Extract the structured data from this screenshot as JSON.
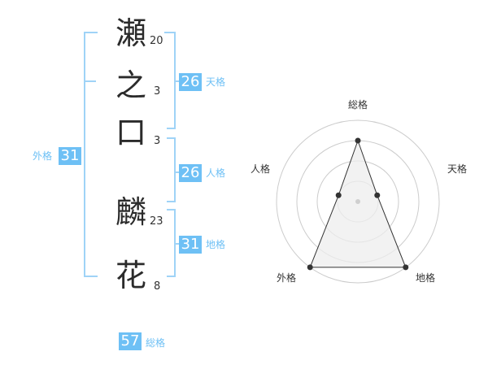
{
  "name_chars": [
    {
      "char": "瀬",
      "strokes": "20"
    },
    {
      "char": "之",
      "strokes": "3"
    },
    {
      "char": "口",
      "strokes": "3"
    },
    {
      "char": "麟",
      "strokes": "23"
    },
    {
      "char": "花",
      "strokes": "8"
    }
  ],
  "kaku": {
    "ten": {
      "value": "26",
      "label": "天格"
    },
    "jin": {
      "value": "26",
      "label": "人格"
    },
    "chi": {
      "value": "31",
      "label": "地格"
    },
    "gai": {
      "value": "31",
      "label": "外格"
    },
    "sou": {
      "value": "57",
      "label": "総格"
    }
  },
  "radar": {
    "axes": [
      "総格",
      "天格",
      "地格",
      "外格",
      "人格"
    ],
    "values": [
      4,
      2,
      5,
      5,
      2
    ],
    "max": 5
  },
  "colors": {
    "accent": "#6ec0f5",
    "bracket": "#9fd3f7",
    "text": "#2b2b2b",
    "grid": "#cccccc",
    "fill": "#eeeeee"
  }
}
